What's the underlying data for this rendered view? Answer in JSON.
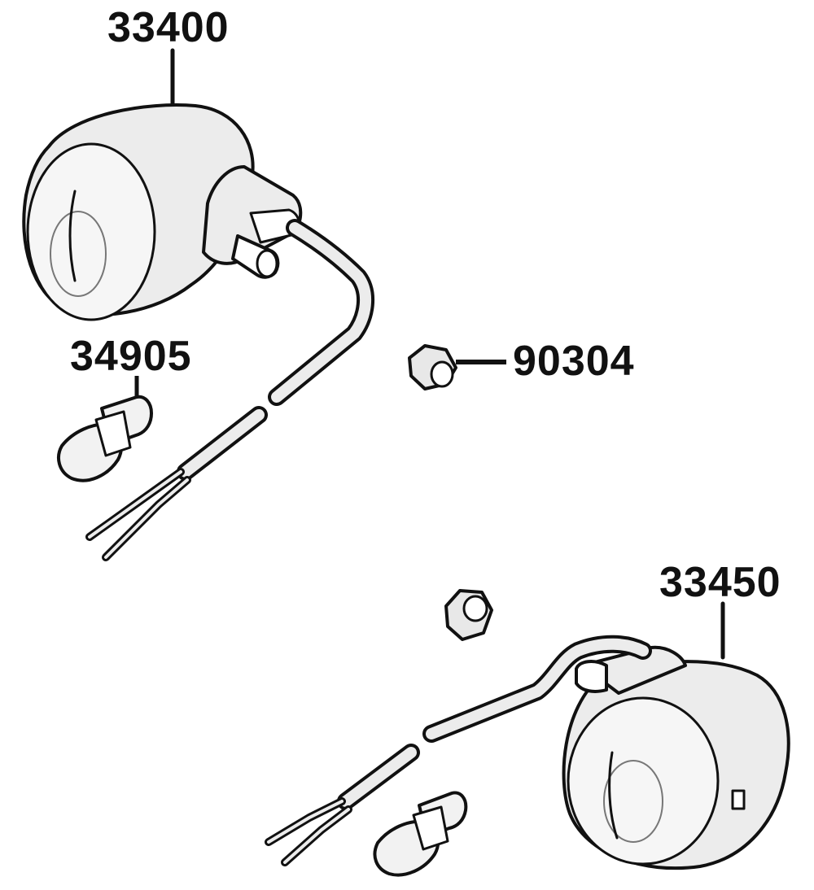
{
  "diagram": {
    "callouts": [
      {
        "id": "33400",
        "label": "33400",
        "part": "front-turn-signal-lamp"
      },
      {
        "id": "34905",
        "label": "34905",
        "part": "turn-signal-bulb"
      },
      {
        "id": "90304",
        "label": "90304",
        "part": "mounting-nut"
      },
      {
        "id": "33450",
        "label": "33450",
        "part": "rear-turn-signal-lamp"
      }
    ],
    "colors": {
      "line": "#111111",
      "fill_shell": "#ececec",
      "fill_lens": "#f6f6f6",
      "fill_bulb": "#f2f2f2",
      "background": "#ffffff"
    }
  }
}
